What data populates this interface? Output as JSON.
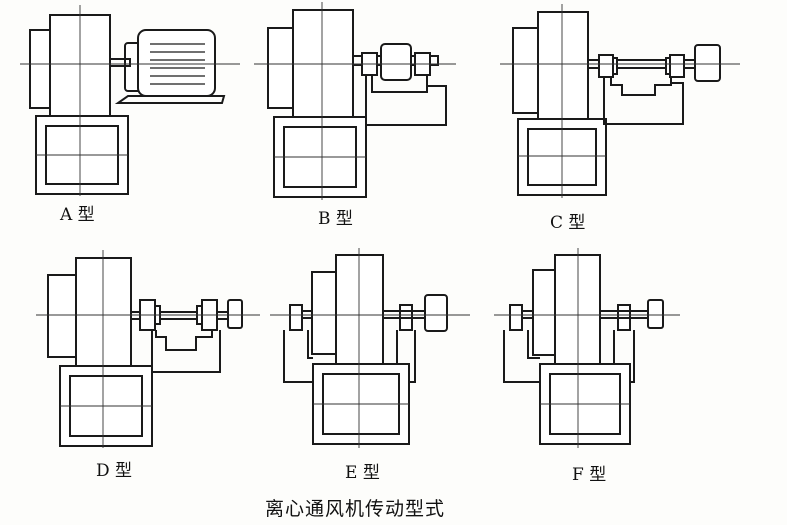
{
  "figure": {
    "caption": "离心通风机传动型式",
    "panels": [
      {
        "id": "A",
        "label": "A 型"
      },
      {
        "id": "B",
        "label": "B 型"
      },
      {
        "id": "C",
        "label": "C 型"
      },
      {
        "id": "D",
        "label": "D 型"
      },
      {
        "id": "E",
        "label": "E 型"
      },
      {
        "id": "F",
        "label": "F 型"
      }
    ]
  }
}
